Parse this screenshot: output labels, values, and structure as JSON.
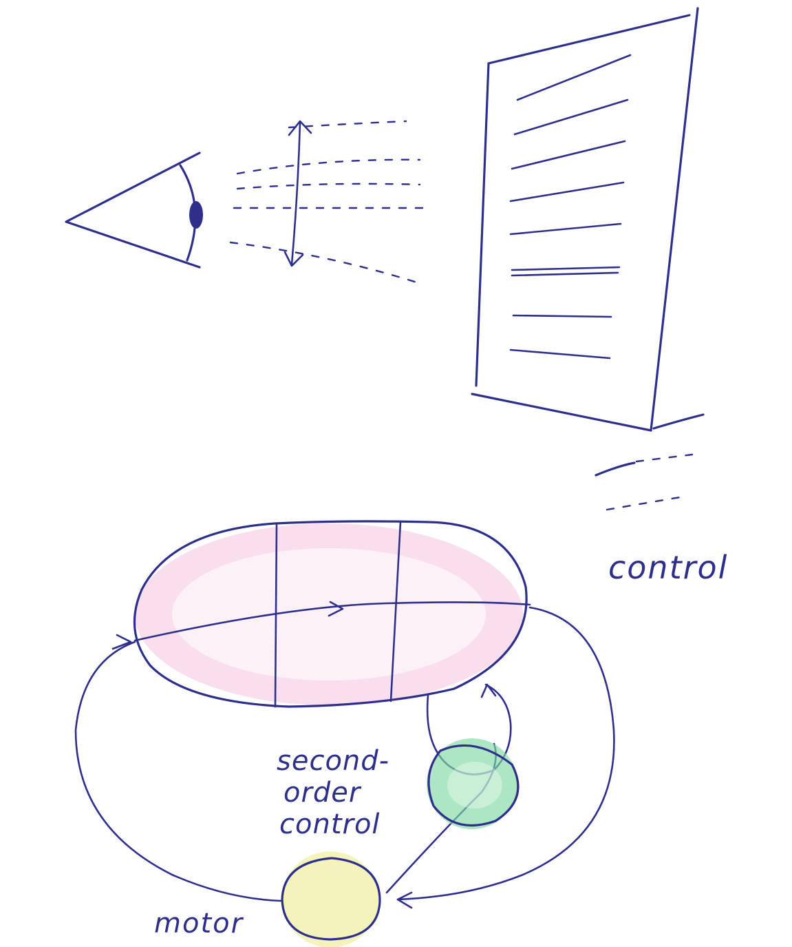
{
  "diagram": {
    "labels": {
      "control": "control",
      "second_order_line1": "second-",
      "second_order_line2": "order",
      "second_order_line3": "control",
      "motor": "motor"
    },
    "colors": {
      "ink": "#2d2f8a",
      "ellipse_fill": "#f2b8d8",
      "green_circle_fill": "#7fd8a2",
      "yellow_circle_fill": "#f3f2b4"
    }
  }
}
